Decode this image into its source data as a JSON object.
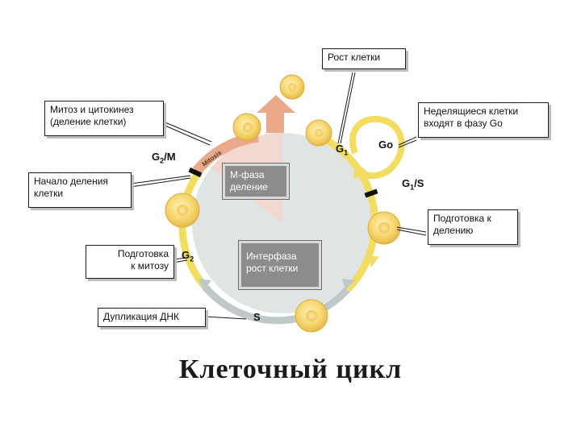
{
  "title": "Клеточный цикл",
  "callouts": {
    "growth": "Рост клетки",
    "mitosis_line1": "Митоз и цитокинез",
    "mitosis_line2": "(деление клетки)",
    "nondividing_line1": "Неделящиеся клетки",
    "nondividing_line2": "входят в фазу Go",
    "division_start_line1": "Начало деления",
    "division_start_line2": "клетки",
    "prep_division_line1": "Подготовка к",
    "prep_division_line2": "делению",
    "prep_mitosis_line1": "Подготовка",
    "prep_mitosis_line2": "к митозу",
    "dna_dup": "Дупликация ДНК"
  },
  "phases": {
    "m_line1": "М-фаза",
    "m_line2": "деление",
    "inter_line1": "Интерфаза",
    "inter_line2": "рост клетки"
  },
  "cycle_labels": {
    "g1_main": "G",
    "g1_sub": "1",
    "go": "Go",
    "g1s_main": "G",
    "g1s_sub": "1",
    "g1s_suffix": "/S",
    "g2m_main": "G",
    "g2m_sub": "2",
    "g2m_suffix": "/M",
    "g2_main": "G",
    "g2_sub": "2",
    "s": "S",
    "mitosis_arc": "Mitosis"
  },
  "colors": {
    "ring_yellow": "#f2dd60",
    "ring_grey": "#bfc9c9",
    "mitosis_arc": "#e9a98a",
    "inner_disc": "#dfe5e5",
    "m_wedge": "#f3d8d0",
    "cell_fill": "#f5d36b",
    "cell_edge": "#d9ab3a",
    "box_fill": "#8c8c8c"
  }
}
